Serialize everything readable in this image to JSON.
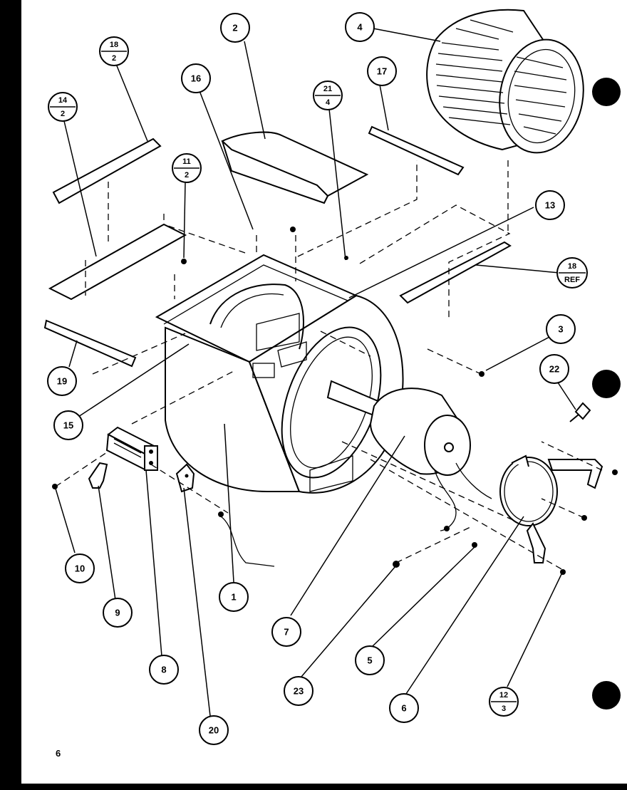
{
  "page_number": "6",
  "callouts": [
    {
      "id": "c1",
      "label": "1"
    },
    {
      "id": "c2",
      "label": "2"
    },
    {
      "id": "c3",
      "label": "3"
    },
    {
      "id": "c4",
      "label": "4"
    },
    {
      "id": "c5a",
      "label": "5"
    },
    {
      "id": "c6",
      "label": "6"
    },
    {
      "id": "c7",
      "label": "7"
    },
    {
      "id": "c8",
      "label": "8"
    },
    {
      "id": "c9",
      "label": "9"
    },
    {
      "id": "c10",
      "label": "10"
    },
    {
      "id": "c13",
      "label": "13"
    },
    {
      "id": "c15",
      "label": "15"
    },
    {
      "id": "c16",
      "label": "16"
    },
    {
      "id": "c17",
      "label": "17"
    },
    {
      "id": "c19",
      "label": "19"
    },
    {
      "id": "c20",
      "label": "20"
    },
    {
      "id": "c22",
      "label": "22"
    },
    {
      "id": "c23",
      "label": "23"
    }
  ],
  "fraction_callouts": [
    {
      "id": "f18_2",
      "top": "18",
      "bottom": "2"
    },
    {
      "id": "f14_2",
      "top": "14",
      "bottom": "2"
    },
    {
      "id": "f21_4",
      "top": "21",
      "bottom": "4"
    },
    {
      "id": "f11_2",
      "top": "11",
      "bottom": "2"
    },
    {
      "id": "f12_3",
      "top": "12",
      "bottom": "3"
    }
  ],
  "ref_callout": {
    "top": "18",
    "bottom": "REF"
  }
}
